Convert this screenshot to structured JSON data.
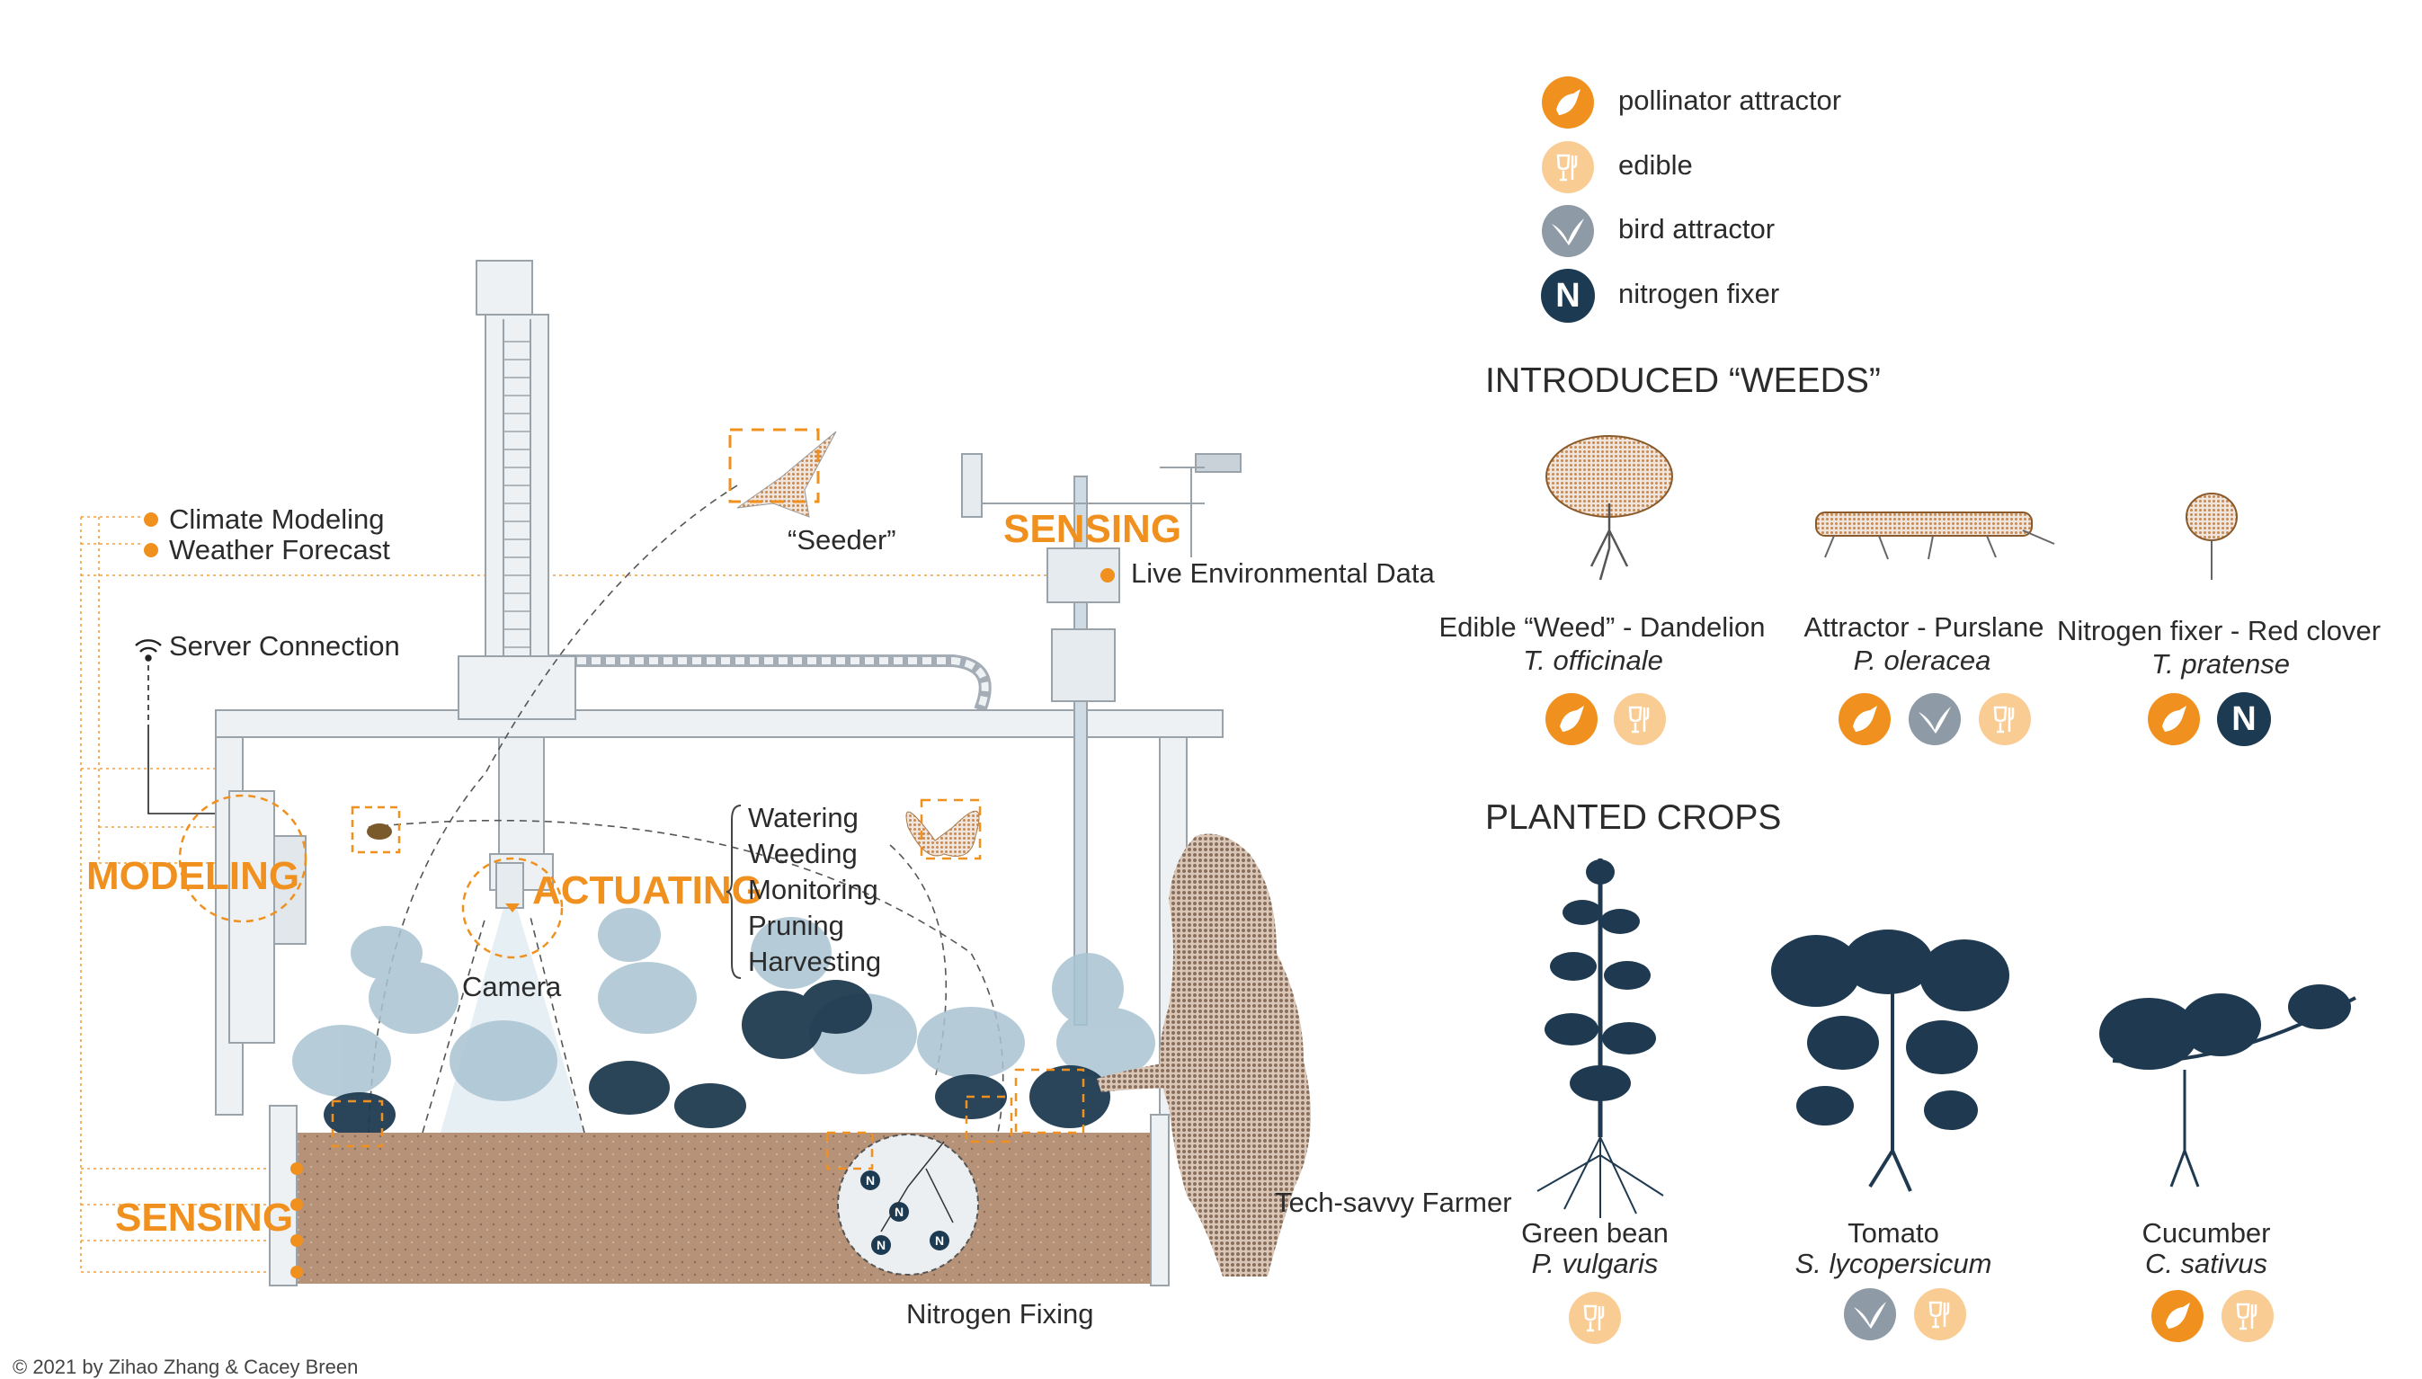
{
  "colors": {
    "orange": "#f0901e",
    "light_orange": "#f9cc94",
    "grey_blue": "#8e9aa6",
    "navy": "#1c3a52",
    "soil": "#b49177",
    "frame": "#cfd6dc"
  },
  "legend": [
    {
      "icon": "bee-icon",
      "label": "pollinator attractor",
      "color": "#f0901e"
    },
    {
      "icon": "glass-fork-icon",
      "label": "edible",
      "color": "#f9cc94"
    },
    {
      "icon": "bird-icon",
      "label": "bird attractor",
      "color": "#8e9aa6"
    },
    {
      "icon": "nitrogen-icon",
      "label": "nitrogen fixer",
      "color": "#1c3a52",
      "glyph": "N"
    }
  ],
  "weeds": {
    "title": "INTRODUCED “WEEDS”",
    "items": [
      {
        "name": "Edible “Weed” - Dandelion",
        "latin": "T. officinale",
        "badges": [
          "pollinator",
          "edible"
        ]
      },
      {
        "name": "Attractor  - Purslane",
        "latin": "P. oleracea",
        "badges": [
          "pollinator",
          "bird",
          "edible"
        ]
      },
      {
        "name": "Nitrogen fixer - Red clover",
        "latin": "T. pratense",
        "badges": [
          "pollinator",
          "nitrogen"
        ]
      }
    ]
  },
  "crops": {
    "title": "PLANTED CROPS",
    "items": [
      {
        "name": "Green bean",
        "latin": "P. vulgaris",
        "badges": [
          "edible"
        ]
      },
      {
        "name": "Tomato",
        "latin": "S. lycopersicum",
        "badges": [
          "bird",
          "edible"
        ]
      },
      {
        "name": "Cucumber",
        "latin": "C. sativus",
        "badges": [
          "pollinator",
          "edible"
        ]
      }
    ]
  },
  "diagram": {
    "climate_modeling": "Climate Modeling",
    "weather_forecast": "Weather Forecast",
    "server_connection": "Server Connection",
    "seeder": "“Seeder”",
    "sensing_top": "SENSING",
    "live_data": "Live Environmental Data",
    "modeling": "MODELING",
    "actuating": "ACTUATING",
    "camera": "Camera",
    "actions": [
      "Watering",
      "Weeding",
      "Monitoring",
      "Pruning",
      "Harvesting"
    ],
    "sensing_bottom": "SENSING",
    "farmer": "Tech-savvy Farmer",
    "nitrogen_fixing": "Nitrogen Fixing",
    "n_glyph": "N"
  },
  "copyright": "©  2021 by Zihao Zhang & Cacey Breen"
}
